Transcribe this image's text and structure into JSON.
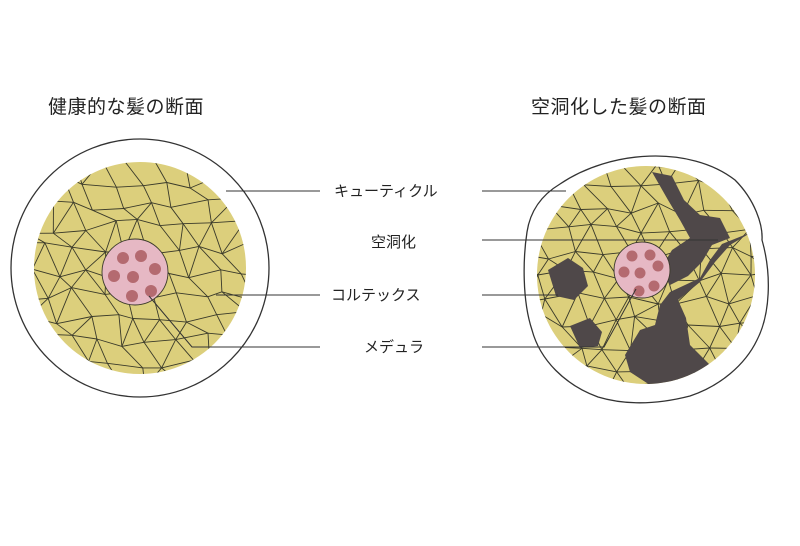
{
  "titles": {
    "healthy": "健康的な髪の断面",
    "hollow": "空洞化した髪の断面"
  },
  "labels": {
    "cuticle": "キューティクル",
    "void": "空洞化",
    "cortex": "コルテックス",
    "medulla": "メデュラ"
  },
  "colors": {
    "cuticle_fill": "#ffffff",
    "cuticle_stroke": "#333333",
    "cortex_fill": "#dccf7c",
    "cell_line": "#3a3a2a",
    "medulla_fill": "#e6b8c4",
    "medulla_core": "#b46a70",
    "void_fill": "#4f4849",
    "leader_line": "#333333"
  }
}
